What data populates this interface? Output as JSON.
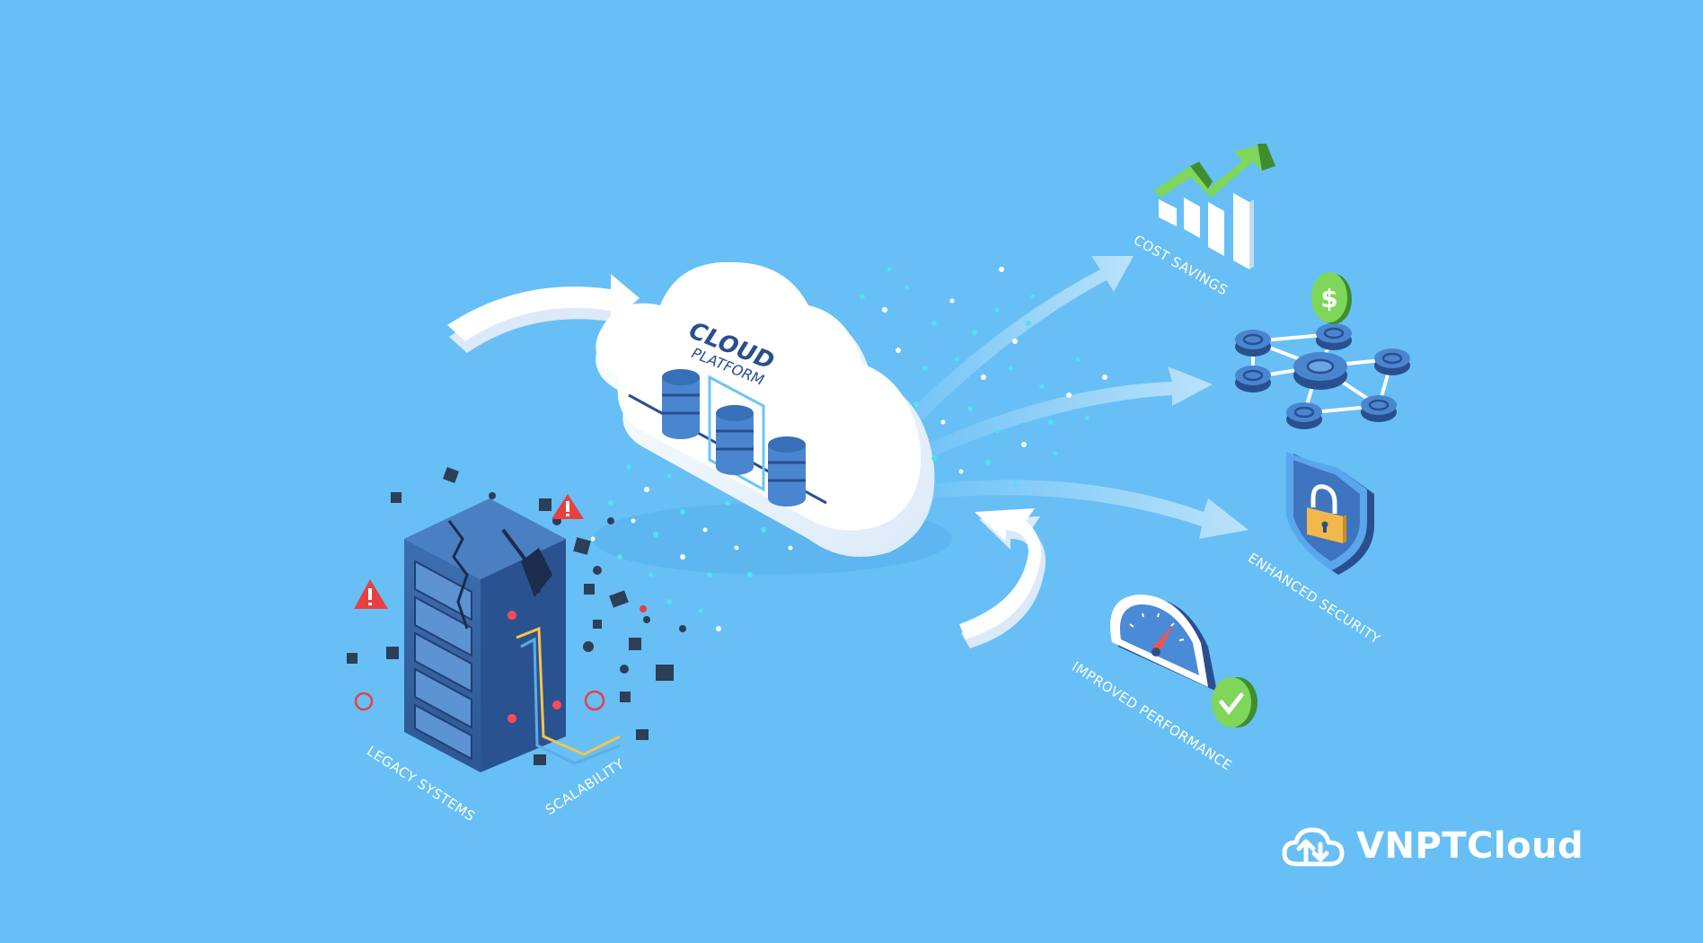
{
  "illustration": {
    "background_color": "#67bff6",
    "cloud": {
      "title_line1": "CLOUD",
      "title_line2": "PLATFORM"
    },
    "labels": {
      "legacy_systems": "LEGACY SYSTEMS",
      "scalability": "SCALABILITY",
      "cost_savings": "COST SAVINGS",
      "enhanced_security": "ENHANCED SECURITY",
      "improved_performance": "IMPROVED PERFORMANCE"
    },
    "icons": {
      "legacy": "broken-server-rack-icon",
      "warning": "warning-triangle-icon",
      "cloud": "cloud-platform-icon",
      "database": "database-icon",
      "cost": "bar-chart-growth-icon",
      "network": "network-nodes-icon",
      "dollar": "dollar-coin-icon",
      "security": "shield-lock-icon",
      "performance": "speedometer-icon",
      "check": "check-badge-icon"
    },
    "colors": {
      "navy": "#2a4f8f",
      "green": "#6cc04a",
      "warning_red": "#e84040",
      "lock_yellow": "#f2b84b",
      "data_cyan": "#4ee3f0"
    }
  },
  "brand": {
    "logo_text": "VNPTCloud",
    "logo_icon": "cloud-sync-icon"
  }
}
